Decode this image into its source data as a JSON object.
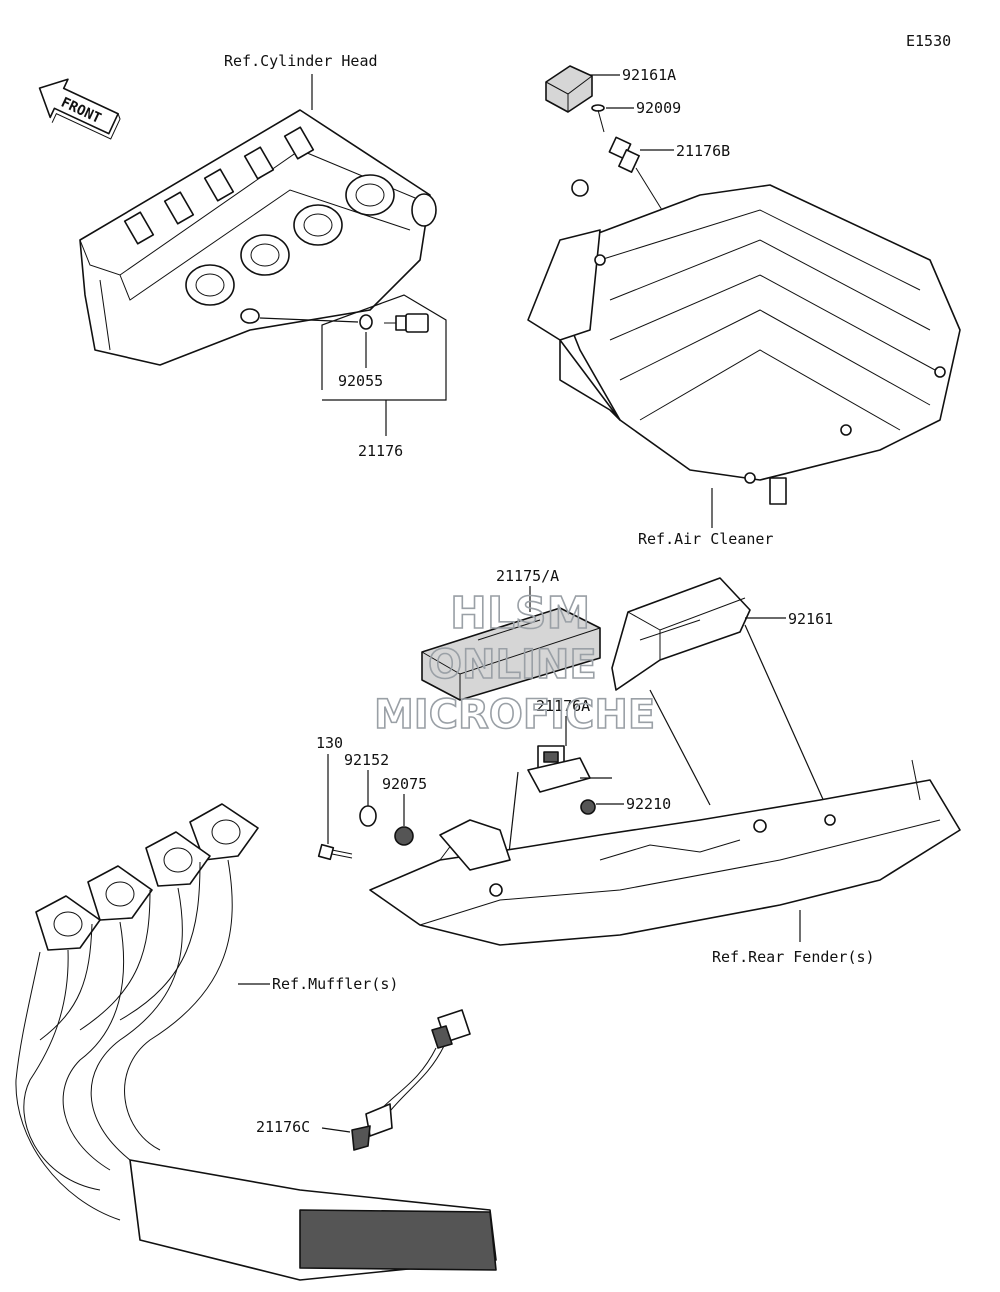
{
  "diagram_code": "E1530",
  "orientation_label": "FRONT",
  "refs": {
    "cylinder_head": "Ref.Cylinder Head",
    "air_cleaner": "Ref.Air Cleaner",
    "rear_fender": "Ref.Rear Fender(s)",
    "muffler": "Ref.Muffler(s)"
  },
  "parts": {
    "p92161A": "92161A",
    "p92009": "92009",
    "p21176B": "21176B",
    "p92055": "92055",
    "p21176": "21176",
    "p21175A": "21175/A",
    "p92161": "92161",
    "p21176A": "21176A",
    "p130": "130",
    "p92152": "92152",
    "p92075": "92075",
    "p92210": "92210",
    "p21176C": "21176C"
  },
  "watermark": {
    "line1": "HLSM",
    "line2": "ONLINE",
    "line3": "MICROFICHE"
  }
}
